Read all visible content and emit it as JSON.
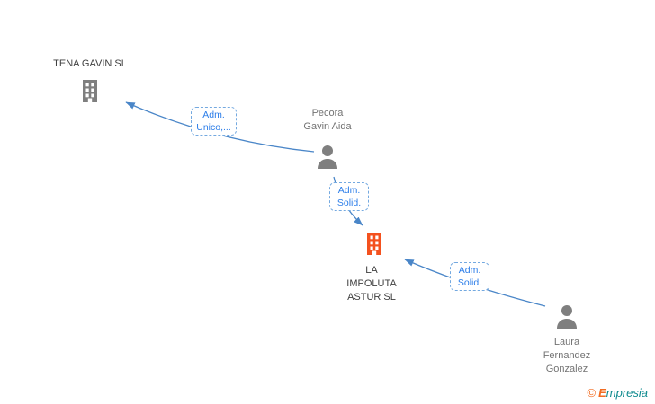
{
  "diagram": {
    "nodes": [
      {
        "id": "tena-gavin-sl",
        "type": "company",
        "icon": "building-icon",
        "label": "TENA GAVIN SL",
        "lines": [
          "TENA GAVIN SL"
        ],
        "color": "#7f7f7f"
      },
      {
        "id": "pecora-gavin-aida",
        "type": "person",
        "icon": "person-icon",
        "label": "Pecora Gavin Aida",
        "lines": [
          "Pecora",
          "Gavin Aida"
        ],
        "color": "#7f7f7f"
      },
      {
        "id": "la-impoluta-astur-sl",
        "type": "company",
        "icon": "building-icon",
        "label": "LA IMPOLUTA ASTUR SL",
        "lines": [
          "LA",
          "IMPOLUTA",
          "ASTUR SL"
        ],
        "color": "#f4511e"
      },
      {
        "id": "laura-fernandez-gonzalez",
        "type": "person",
        "icon": "person-icon",
        "label": "Laura Fernandez Gonzalez",
        "lines": [
          "Laura",
          "Fernandez",
          "Gonzalez"
        ],
        "color": "#7f7f7f"
      }
    ],
    "edges": [
      {
        "from": "pecora-gavin-aida",
        "to": "tena-gavin-sl",
        "label": "Adm. Unico,...",
        "lines": [
          "Adm.",
          "Unico,..."
        ]
      },
      {
        "from": "pecora-gavin-aida",
        "to": "la-impoluta-astur-sl",
        "label": "Adm. Solid.",
        "lines": [
          "Adm.",
          "Solid."
        ]
      },
      {
        "from": "laura-fernandez-gonzalez",
        "to": "la-impoluta-astur-sl",
        "label": "Adm. Solid.",
        "lines": [
          "Adm.",
          "Solid."
        ]
      }
    ],
    "colors": {
      "edge": "#4a86c8",
      "edge_label_text": "#2b7de9",
      "edge_label_border": "#74a9e0",
      "company_accent": "#f4511e",
      "node_gray": "#7f7f7f"
    }
  },
  "footer": {
    "copyright": "©",
    "brand": "Empresia",
    "brand_initial": "E",
    "brand_rest": "mpresia"
  }
}
